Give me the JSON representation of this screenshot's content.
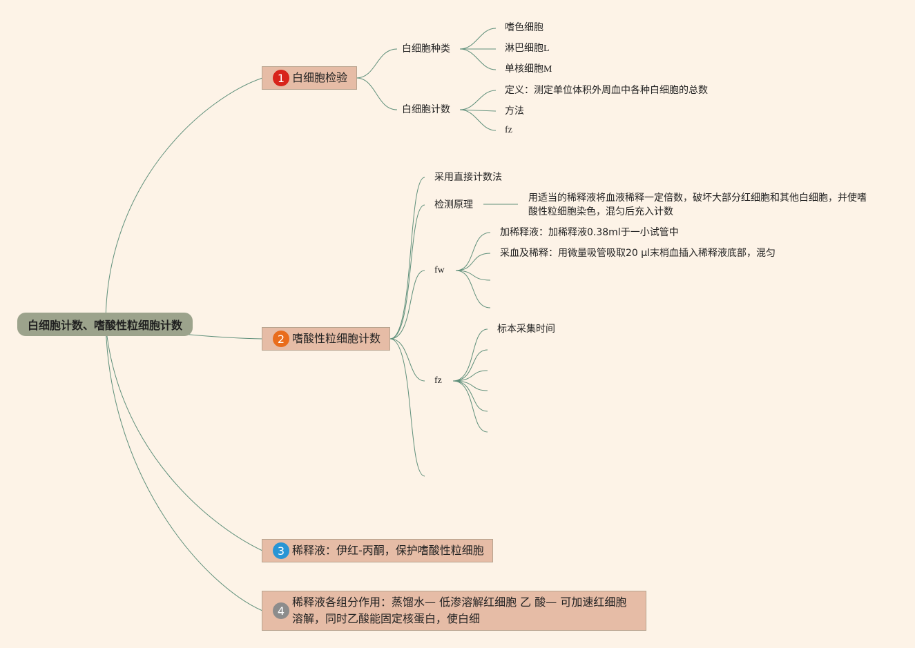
{
  "root": "白细胞计数、嗜酸性粒细胞计数",
  "colors": {
    "background": "#fdf3e7",
    "root": "#9ca38c",
    "topic": "#e6bca6",
    "link": "#5e8f7a",
    "badge1": "#d8241b",
    "badge2": "#e96c1c",
    "badge3": "#2895d5",
    "badge4": "#8c8c8c"
  },
  "topics": [
    {
      "badge": "1",
      "icon": "number-1-badge",
      "label": "白细胞检验",
      "children": [
        {
          "label": "白细胞种类",
          "children": [
            "嗜色细胞",
            "淋巴细胞L",
            "单核细胞M"
          ]
        },
        {
          "label": "白细胞计数",
          "children": [
            "定义：测定单位体积外周血中各种白细胞的总数",
            "方法",
            "fz"
          ]
        }
      ]
    },
    {
      "badge": "2",
      "icon": "number-2-badge",
      "label": "嗜酸性粒细胞计数",
      "children": [
        {
          "label": "采用直接计数法"
        },
        {
          "label": "检测原理",
          "detail": "用适当的稀释液将血液稀释一定倍数，破坏大部分红细胞和其他白细胞，并使嗜酸性粒细胞染色，混匀后充入计数"
        },
        {
          "label": "fw",
          "children": [
            "加稀释液：加稀释液0.38ml于一小试管中",
            "采血及稀释：用微量吸管吸取20 μl末梢血插入稀释液底部，混匀",
            "",
            ""
          ]
        },
        {
          "label": "fz",
          "children": [
            "标本采集时间",
            "",
            "",
            "",
            "",
            ""
          ]
        },
        {
          "label": ""
        }
      ]
    },
    {
      "badge": "3",
      "icon": "number-3-badge",
      "label": "稀释液：伊红-丙酮，保护嗜酸性粒细胞"
    },
    {
      "badge": "4",
      "icon": "number-4-badge",
      "label": "稀释液各组分作用：蒸馏水— 低渗溶解红细胞 乙 酸— 可加速红细胞溶解，同时乙酸能固定核蛋白，使白细"
    }
  ]
}
